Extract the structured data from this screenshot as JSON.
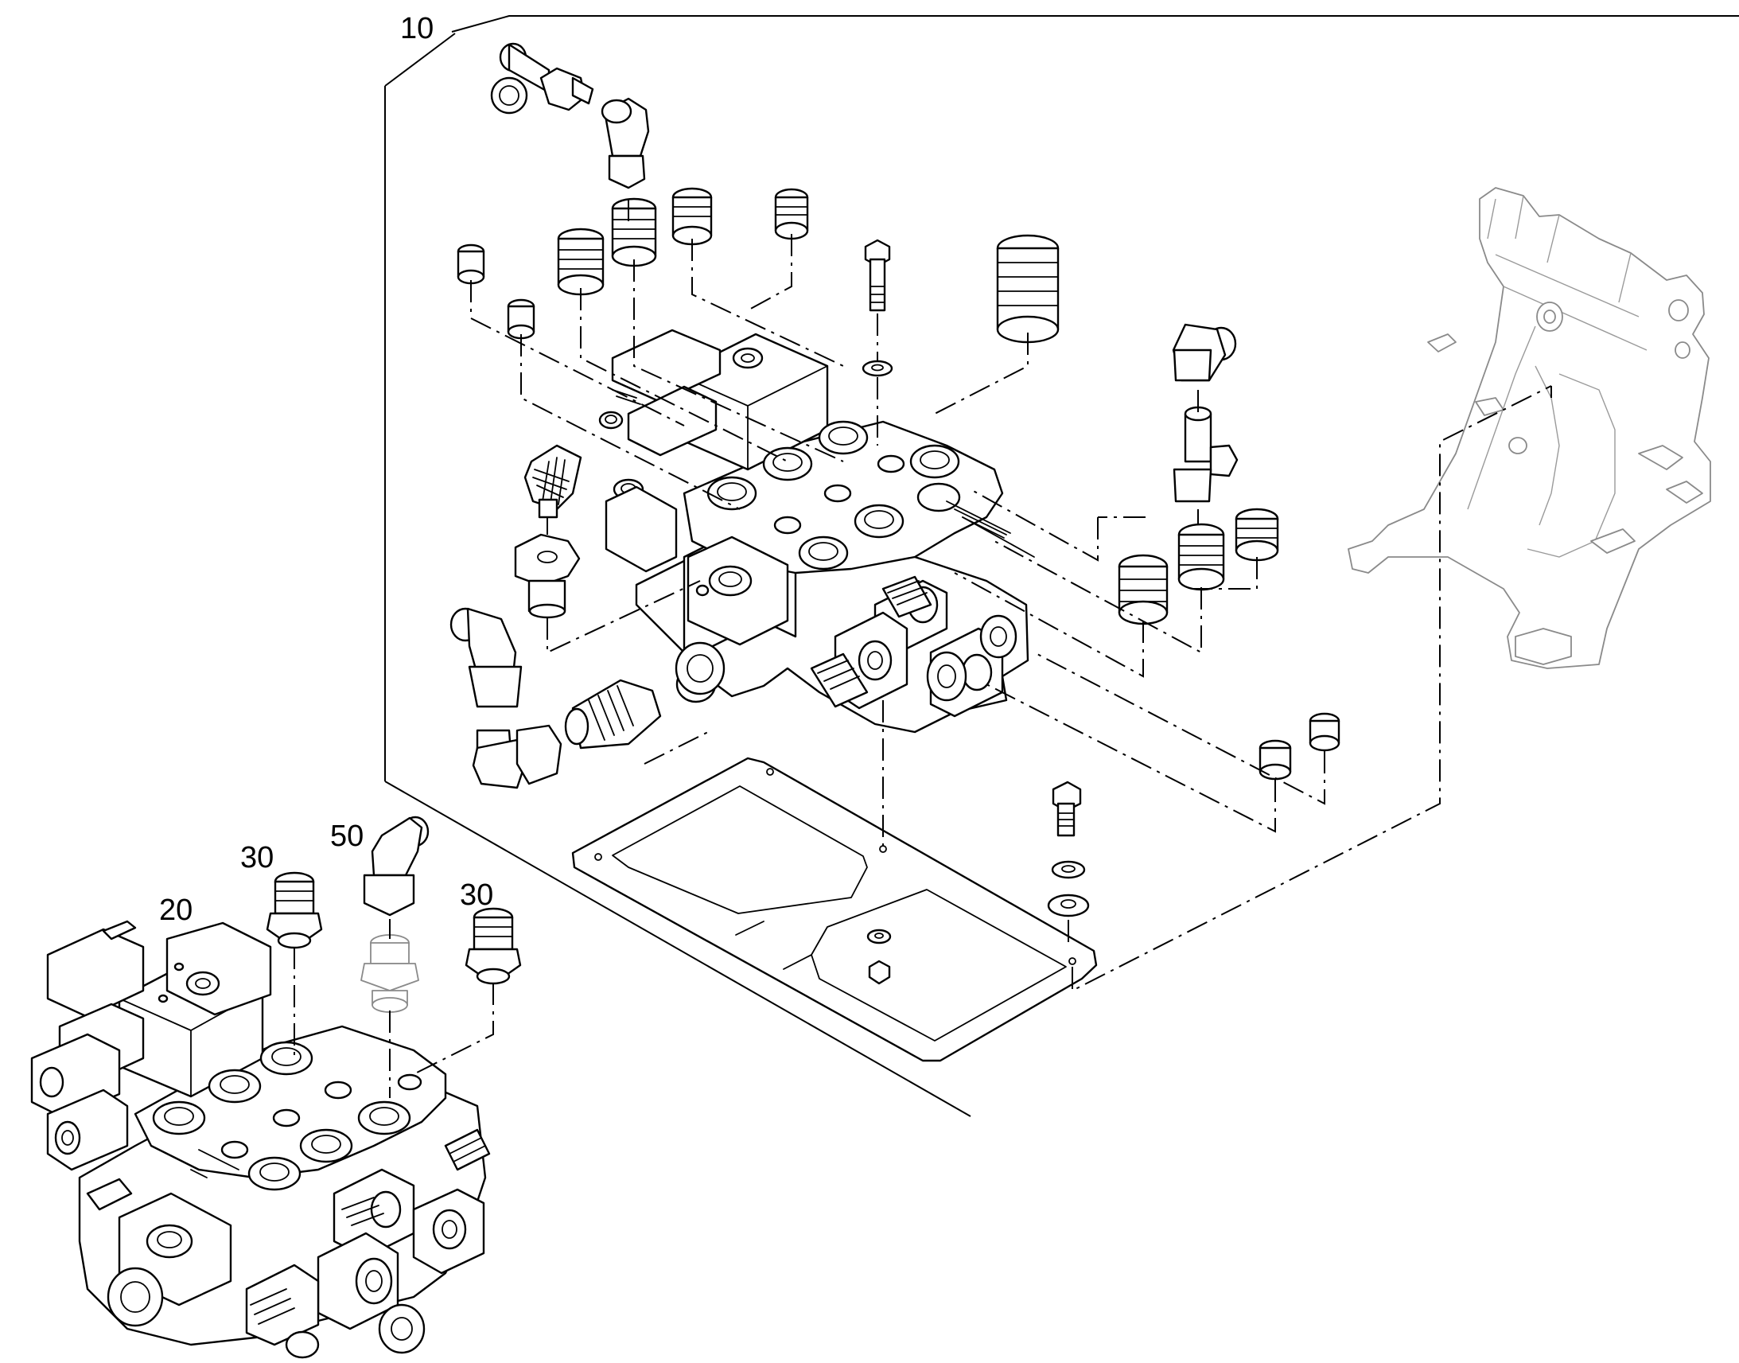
{
  "callouts": {
    "assembly": "10",
    "valve": "20",
    "fitting_left": "30",
    "fitting_right": "30",
    "elbow": "50"
  },
  "colors": {
    "line": "#000000",
    "faint_line": "#8a8a8a",
    "background": "#ffffff"
  }
}
